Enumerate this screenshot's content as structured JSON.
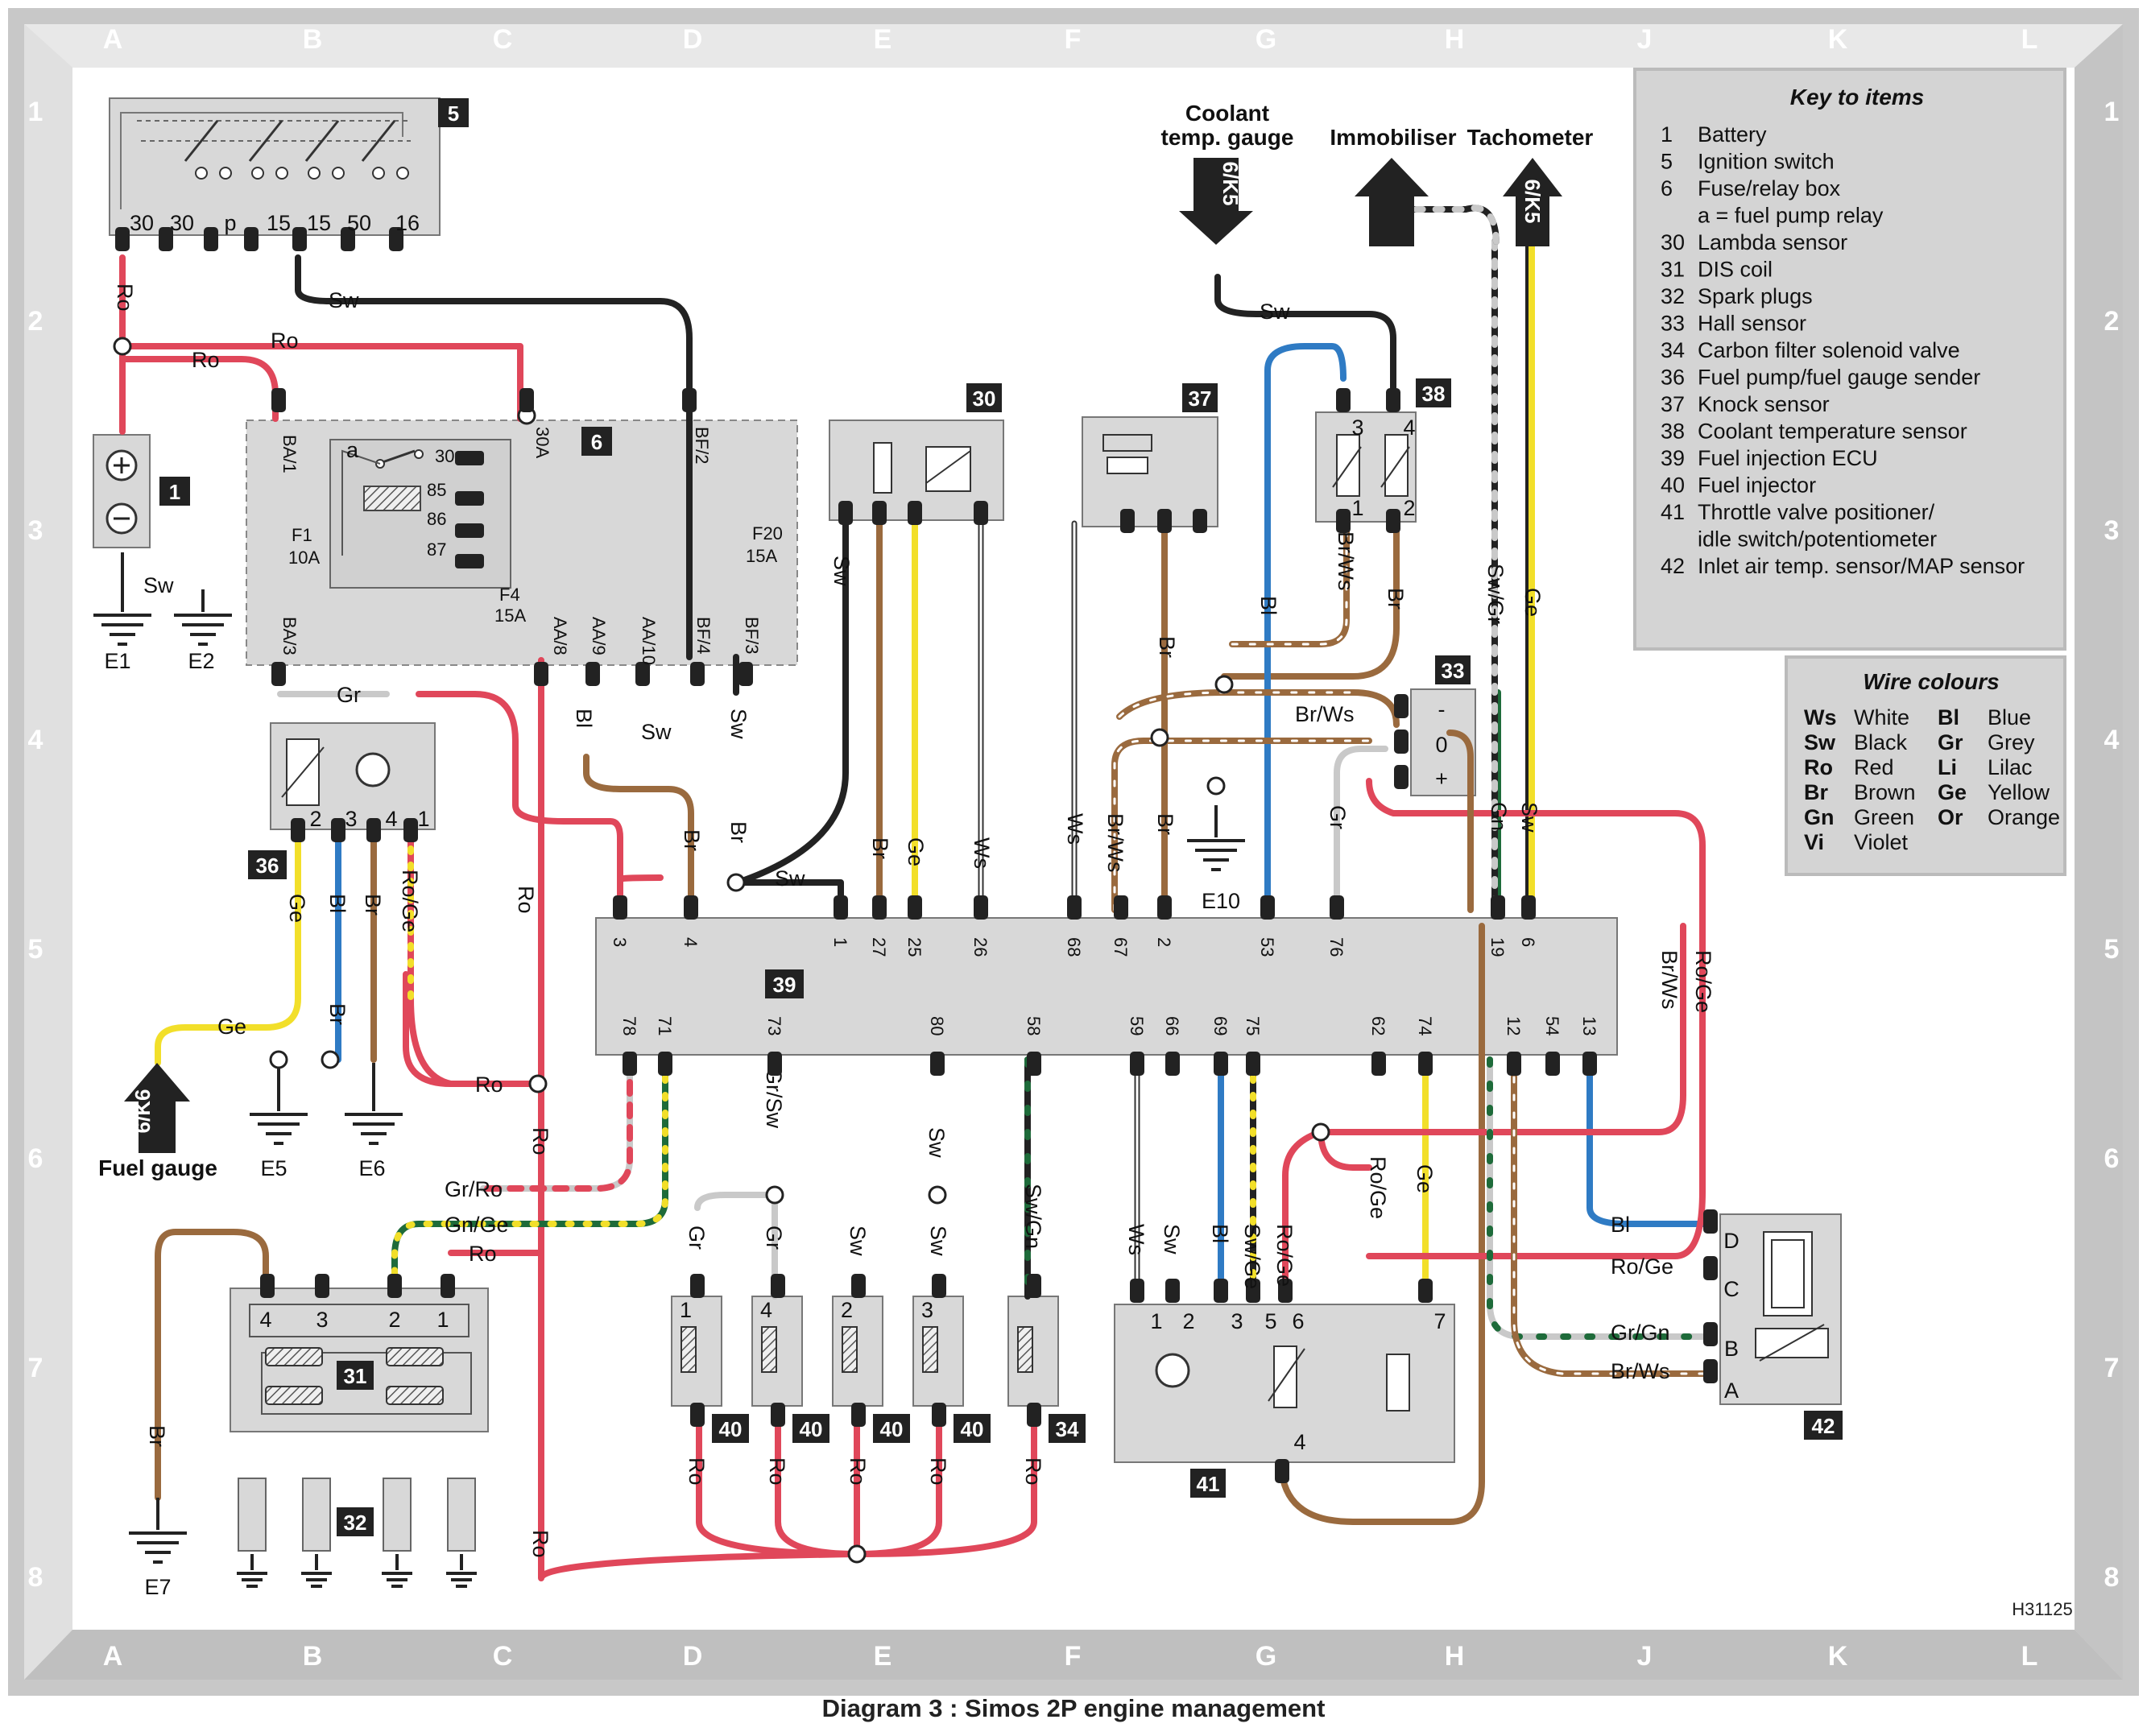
{
  "frame": {
    "letters": [
      "A",
      "B",
      "C",
      "D",
      "E",
      "F",
      "G",
      "H",
      "J",
      "K",
      "L"
    ],
    "numbers": [
      "1",
      "2",
      "3",
      "4",
      "5",
      "6",
      "7",
      "8"
    ],
    "corner_letter": "A"
  },
  "caption": "Diagram 3 : Simos 2P engine management",
  "drawing_code": "H31125",
  "key_items": {
    "title": "Key to items",
    "items": [
      {
        "num": "1",
        "text": "Battery"
      },
      {
        "num": "5",
        "text": "Ignition switch"
      },
      {
        "num": "6",
        "text": "Fuse/relay box"
      },
      {
        "num": "",
        "text": "a  =  fuel pump relay"
      },
      {
        "num": "30",
        "text": "Lambda sensor"
      },
      {
        "num": "31",
        "text": "DIS coil"
      },
      {
        "num": "32",
        "text": "Spark plugs"
      },
      {
        "num": "33",
        "text": "Hall sensor"
      },
      {
        "num": "34",
        "text": "Carbon filter solenoid valve"
      },
      {
        "num": "36",
        "text": "Fuel pump/fuel gauge sender"
      },
      {
        "num": "37",
        "text": "Knock sensor"
      },
      {
        "num": "38",
        "text": "Coolant temperature sensor"
      },
      {
        "num": "39",
        "text": "Fuel injection ECU"
      },
      {
        "num": "40",
        "text": "Fuel injector"
      },
      {
        "num": "41",
        "text": "Throttle valve positioner/"
      },
      {
        "num": "",
        "text": "idle switch/potentiometer"
      },
      {
        "num": "42",
        "text": "Inlet air temp. sensor/MAP sensor"
      }
    ]
  },
  "wire_colours": {
    "title": "Wire colours",
    "entries": [
      {
        "code": "Ws",
        "name": "White"
      },
      {
        "code": "Bl",
        "name": "Blue"
      },
      {
        "code": "Sw",
        "name": "Black"
      },
      {
        "code": "Gr",
        "name": "Grey"
      },
      {
        "code": "Ro",
        "name": "Red"
      },
      {
        "code": "Li",
        "name": "Lilac"
      },
      {
        "code": "Br",
        "name": "Brown"
      },
      {
        "code": "Ge",
        "name": "Yellow"
      },
      {
        "code": "Gn",
        "name": "Green"
      },
      {
        "code": "Or",
        "name": "Orange"
      },
      {
        "code": "Vi",
        "name": "Violet"
      }
    ]
  },
  "headers": {
    "coolant_line1": "Coolant",
    "coolant_line2": "temp. gauge",
    "immobiliser": "Immobiliser",
    "tachometer": "Tachometer",
    "fuel_gauge": "Fuel gauge",
    "arrow_code": "6/K5",
    "arrow_code_fuel": "6/K6"
  },
  "component_tags": [
    "1",
    "5",
    "6",
    "30",
    "37",
    "38",
    "33",
    "36",
    "39",
    "31",
    "32",
    "40",
    "40",
    "40",
    "40",
    "34",
    "41",
    "42"
  ],
  "earths": [
    "E1",
    "E2",
    "E5",
    "E6",
    "E7",
    "E10"
  ],
  "ignition_pins": [
    "30",
    "30",
    "p",
    "15",
    "15",
    "50",
    "16"
  ],
  "relay_pins": [
    "30",
    "85",
    "86",
    "87"
  ],
  "relay_a": "a",
  "fuses": [
    {
      "name": "F1",
      "rating": "10A"
    },
    {
      "name": "F20",
      "rating": "15A"
    },
    {
      "name": "F4",
      "rating": "15A"
    }
  ],
  "fusebox_terminals": [
    "BA/1",
    "30A",
    "BF/2",
    "BA/3",
    "AA/8",
    "AA/9",
    "AA/10",
    "BF/4",
    "BF/3"
  ],
  "ecu_top_pins": [
    "3",
    "4",
    "1",
    "27",
    "25",
    "26",
    "68",
    "67",
    "2",
    "53",
    "76",
    "19",
    "6"
  ],
  "ecu_bottom_pins": [
    "78",
    "71",
    "73",
    "80",
    "58",
    "59",
    "66",
    "69",
    "75",
    "62",
    "74",
    "12",
    "54",
    "13"
  ],
  "wire_labels": {
    "ro": "Ro",
    "sw": "Sw",
    "gr": "Gr",
    "ge": "Ge",
    "bl": "Bl",
    "br": "Br",
    "ws": "Ws",
    "brws": "Br/Ws",
    "swgr": "Sw/Gr",
    "roge": "Ro/Ge",
    "gnge": "Gn/Ge",
    "grro": "Gr/Ro",
    "grsw": "Gr/Sw",
    "swgn": "Sw/Gn",
    "swge": "Sw/Ge",
    "grgn": "Gr/Gn",
    "gn": "Gn"
  },
  "sensor_pins": {
    "s36": [
      "2",
      "3",
      "4",
      "1"
    ],
    "s38": [
      "3",
      "4",
      "1",
      "2"
    ],
    "s33": [
      "-",
      "0",
      "+"
    ],
    "s31": [
      "4",
      "3",
      "2",
      "1"
    ],
    "s41": [
      "1",
      "2",
      "3",
      "5",
      "6",
      "7",
      "4"
    ],
    "s42": [
      "D",
      "C",
      "B",
      "A"
    ],
    "injector_nums": [
      "1",
      "4",
      "2",
      "3"
    ],
    "inj_pins": [
      "1",
      "2"
    ]
  },
  "colors": {
    "red": "#e0475a",
    "black": "#222222",
    "brown": "#9a6a3e",
    "yellow": "#f2df2a",
    "blue": "#2f7bc4",
    "grey": "#c9c9c9",
    "green": "#1e6b3a",
    "comp": "#d8d8d8",
    "frame": "#d6d6d6"
  }
}
